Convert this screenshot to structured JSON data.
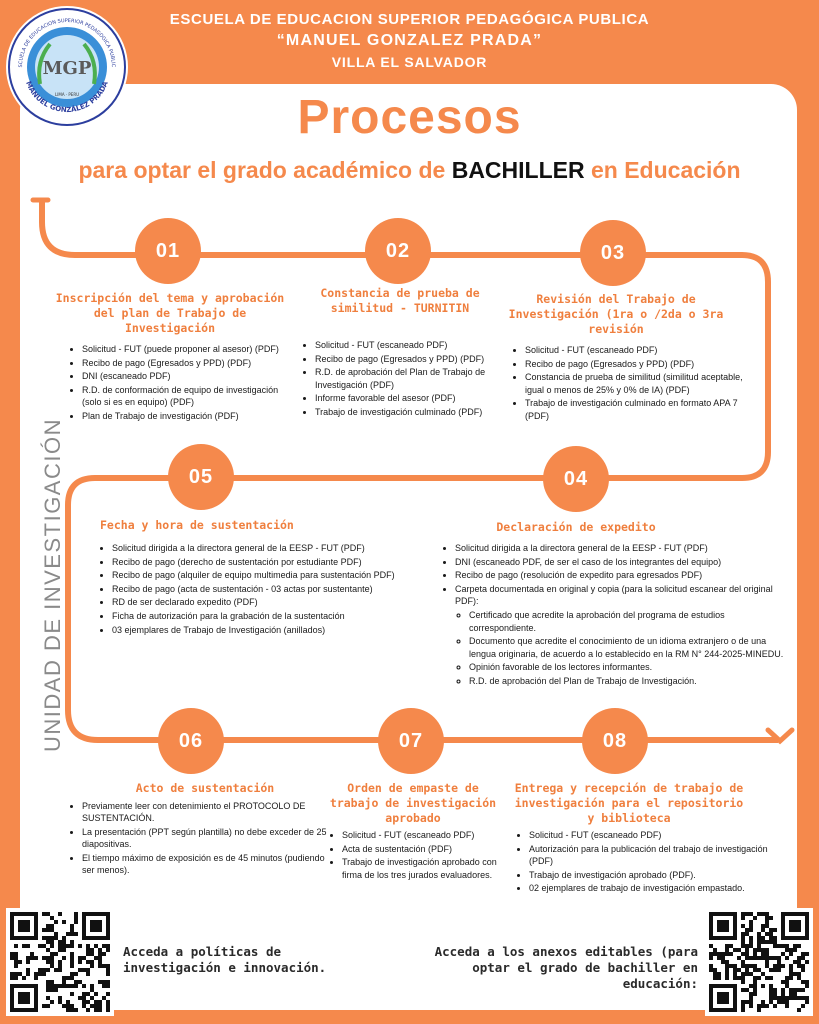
{
  "header": {
    "line1": "ESCUELA DE EDUCACION SUPERIOR PEDAGÓGICA PUBLICA",
    "line2": "“MANUEL GONZALEZ PRADA”",
    "line3": "VILLA EL SALVADOR"
  },
  "logo": {
    "ring_top": "ESCUELA DE EDUCACION SUPERIOR PEDAGOGICA PUBLICA",
    "ring_bottom": "MANUEL GONZÁLEZ PRADA",
    "monogram": "MGP",
    "location": "LIMA · PERU",
    "icon": "institution-seal-icon"
  },
  "title": "Procesos",
  "subtitle": {
    "prefix": "para optar el grado académico de",
    "highlight": "BACHILLER",
    "suffix": "en Educación"
  },
  "side_label": "UNIDAD DE INVESTIGACIÓN",
  "steps": [
    {
      "number": "01",
      "title": "Inscripción del tema y aprobación del plan de Trabajo de Investigación",
      "items": [
        "Solicitud - FUT (puede proponer al asesor) (PDF)",
        "Recibo de pago (Egresados y PPD) (PDF)",
        "DNI (escaneado PDF)",
        "R.D. de conformación de equipo de investigación (solo si es en equipo) (PDF)",
        "Plan de Trabajo de investigación (PDF)"
      ]
    },
    {
      "number": "02",
      "title": "Constancia de prueba de similitud - TURNITIN",
      "items": [
        "Solicitud - FUT (escaneado PDF)",
        "Recibo de pago (Egresados y PPD) (PDF)",
        "R.D. de aprobación del Plan de Trabajo de Investigación (PDF)",
        "Informe favorable del asesor (PDF)",
        "Trabajo de investigación culminado (PDF)"
      ]
    },
    {
      "number": "03",
      "title": "Revisión del Trabajo de Investigación (1ra o /2da o 3ra revisión",
      "items": [
        "Solicitud - FUT (escaneado PDF)",
        "Recibo de pago (Egresados y PPD) (PDF)",
        "Constancia de prueba de similitud (similitud aceptable, igual o menos de 25% y 0% de IA) (PDF)",
        "Trabajo de investigación culminado en formato APA 7 (PDF)"
      ]
    },
    {
      "number": "04",
      "title": "Declaración de expedito",
      "items": [
        "Solicitud dirigida a la directora general de la EESP - FUT (PDF)",
        "DNI (escaneado PDF, de ser el caso de los integrantes del equipo)",
        "Recibo de pago (resolución de expedito para egresados PDF)",
        "Carpeta documentada en original y copia (para la solicitud escanear del original PDF):"
      ],
      "subitems": [
        "Certificado que acredite la aprobación del programa de estudios correspondiente.",
        "Documento que acredite el conocimiento de un idioma extranjero o de una lengua originaria, de acuerdo a lo establecido en la RM N° 244-2025-MINEDU.",
        "Opinión favorable de los lectores informantes.",
        "R.D. de aprobación del Plan de Trabajo de Investigación."
      ]
    },
    {
      "number": "05",
      "title": "Fecha y hora de sustentación",
      "items": [
        "Solicitud dirigida a la directora general de la EESP - FUT (PDF)",
        "Recibo de pago (derecho de sustentación por estudiante PDF)",
        "Recibo de pago (alquiler de equipo multimedia para sustentación PDF)",
        "Recibo de pago (acta de sustentación - 03 actas por sustentante)",
        "RD de ser declarado expedito (PDF)",
        "Ficha de autorización para la grabación de la sustentación",
        "03 ejemplares de Trabajo de Investigación (anillados)"
      ]
    },
    {
      "number": "06",
      "title": "Acto de sustentación",
      "items": [
        "Previamente leer con detenimiento el PROTOCOLO DE SUSTENTACIÓN.",
        "La presentación (PPT según plantilla) no debe exceder de 25 diapositivas.",
        "El tiempo máximo de exposición es de 45 minutos (pudiendo ser menos)."
      ]
    },
    {
      "number": "07",
      "title": "Orden de empaste de trabajo de investigación aprobado",
      "items": [
        "Solicitud - FUT (escaneado PDF)",
        "Acta de sustentación (PDF)",
        "Trabajo de investigación aprobado con firma de los tres jurados evaluadores."
      ]
    },
    {
      "number": "08",
      "title": "Entrega y recepción de trabajo de investigación para el repositorio y biblioteca",
      "items": [
        "Solicitud - FUT (escaneado PDF)",
        "Autorización para la publicación del trabajo de investigación (PDF)",
        "Trabajo de investigación aprobado (PDF).",
        "02 ejemplares de trabajo de investigación empastado."
      ]
    }
  ],
  "qr": {
    "left_caption": "Acceda a políticas de investigación e innovación.",
    "right_caption": "Acceda a los anexos editables (para optar el grado de bachiller en educación:",
    "left_icon": "qr-code-icon",
    "right_icon": "qr-code-icon"
  },
  "colors": {
    "primary_orange": "#f5894c",
    "title_orange": "#ef7f3e",
    "panel": "#ffffff",
    "side_label_gray": "#8a8a8a"
  }
}
